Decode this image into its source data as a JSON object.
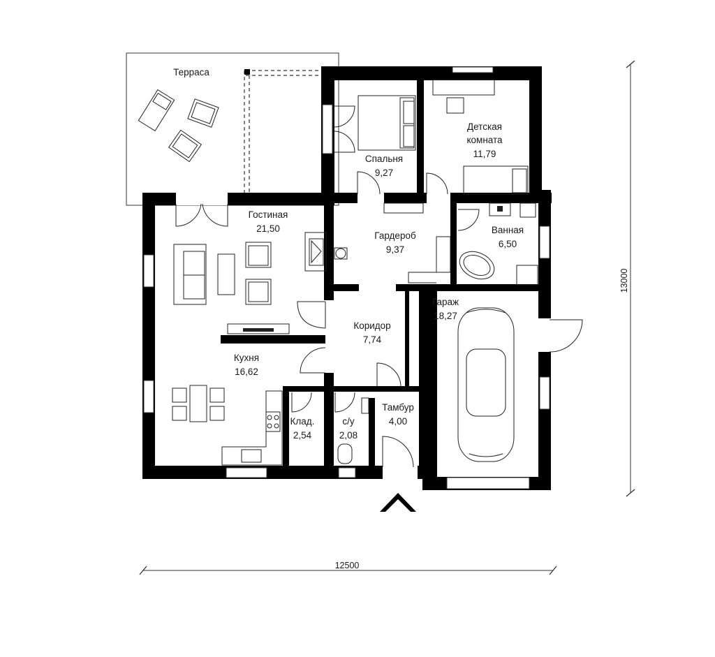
{
  "rooms": {
    "terrace": {
      "name": "Терраса"
    },
    "bedroom": {
      "name": "Спальня",
      "area": "9,27"
    },
    "kids": {
      "name_line1": "Детская",
      "name_line2": "комната",
      "area": "11,79"
    },
    "living": {
      "name": "Гостиная",
      "area": "21,50"
    },
    "wardrobe": {
      "name": "Гардероб",
      "area": "9,37"
    },
    "bath": {
      "name": "Ванная",
      "area": "6,50"
    },
    "corridor": {
      "name": "Коридор",
      "area": "7,74"
    },
    "garage": {
      "name": "Гараж",
      "area": "18,27"
    },
    "kitchen": {
      "name": "Кухня",
      "area": "16,62"
    },
    "storage": {
      "name": "Клад.",
      "area": "2,54"
    },
    "wc": {
      "name": "с/у",
      "area": "2,08"
    },
    "vestibule": {
      "name": "Тамбур",
      "area": "4,00"
    }
  },
  "dimensions": {
    "width": "12500",
    "height": "13000"
  },
  "icons": {
    "entrance": "chevron-up-icon"
  }
}
